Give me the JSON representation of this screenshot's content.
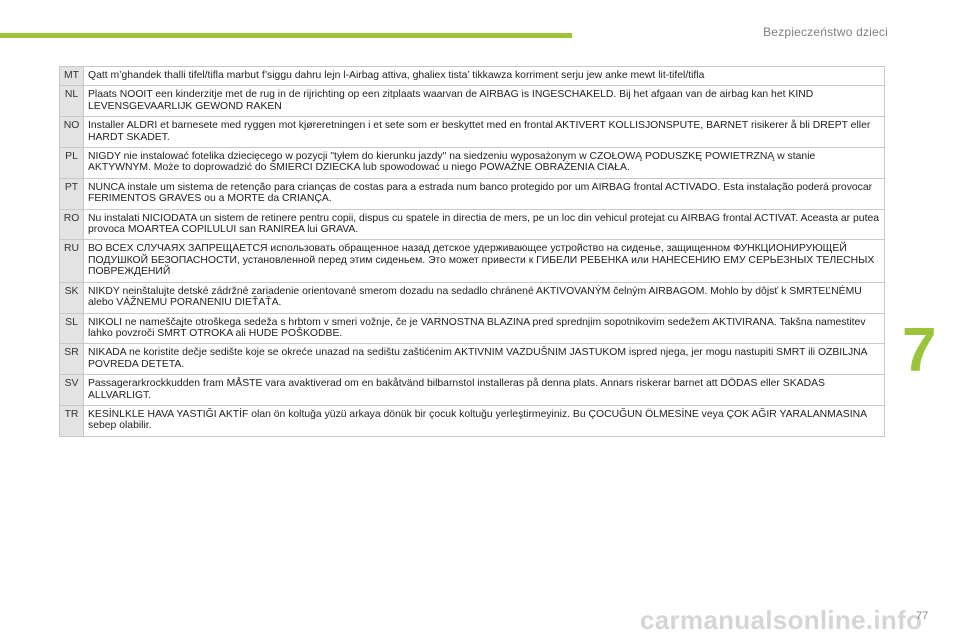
{
  "header": {
    "section_title": "Bezpieczeństwo dzieci"
  },
  "chapter_number": "7",
  "page_number": "77",
  "watermark": "carmanualsonline.info",
  "colors": {
    "accent": "#9bc43a",
    "code_cell": "#e3e3e3",
    "border": "#c8c8c8"
  },
  "rows": [
    {
      "code": "MT",
      "text": "Qatt m’ghandek thalli tifel/tifla marbut f’siggu dahru lejn l-Airbag attiva, ghaliex tista’ tikkawza korriment serju jew anke mewt lit-tifel/tifla"
    },
    {
      "code": "NL",
      "text": "Plaats NOOIT een kinderzitje met de rug in de rijrichting op een zitplaats waarvan de AIRBAG is INGESCHAKELD. Bij het afgaan van de airbag kan het KIND LEVENSGEVAARLIJK GEWOND RAKEN"
    },
    {
      "code": "NO",
      "text": "Installer ALDRI et barnesete med ryggen mot kjøreretningen i et sete som er beskyttet med en frontal AKTIVERT KOLLISJONSPUTE, BARNET risikerer å bli DREPT eller HARDT SKADET."
    },
    {
      "code": "PL",
      "text": "NIGDY nie instalować fotelika dziecięcego w pozycji \"tyłem do kierunku jazdy\" na siedzeniu wyposażonym w CZOŁOWĄ PODUSZKĘ POWIETRZNĄ w stanie AKTYWNYM. Może to doprowadzić do ŚMIERCI DZIECKA lub spowodować u niego POWAŻNE OBRAŻENIA CIAŁA."
    },
    {
      "code": "PT",
      "text": "NUNCA instale um sistema de retenção para crianças de costas para a estrada num banco protegido por um AIRBAG frontal ACTIVADO. Esta instalação poderá provocar FERIMENTOS GRAVES ou a MORTE da CRIANÇA."
    },
    {
      "code": "RO",
      "text": "Nu instalati NICIODATA un sistem de retinere pentru copii, dispus cu spatele in directia de mers, pe un loc din vehicul protejat cu AIRBAG frontal ACTIVAT. Aceasta ar putea provoca MOARTEA COPILULUI san RANIREA lui GRAVA."
    },
    {
      "code": "RU",
      "text": "ВО ВСЕХ СЛУЧАЯХ ЗАПРЕЩАЕТСЯ использовать обращенное назад детское удерживающее устройство на сиденье, защищенном ФУНКЦИОНИРУЮЩЕЙ ПОДУШКОЙ БЕЗОПАСНОСТИ, установленной перед этим сиденьем. Это может привести к ГИБЕЛИ РЕБЕНКА или НАНЕСЕНИЮ ЕМУ СЕРЬЕЗНЫХ ТЕЛЕСНЫХ ПОВРЕЖДЕНИЙ"
    },
    {
      "code": "SK",
      "text": "NIKDY neinštalujte detské zádržné zariadenie orientované smerom dozadu na sedadlo chránené AKTIVOVANÝM čelným AIRBAGOM. Mohlo by dôjsť k SMRTEĽNÉMU alebo VÁŽNEMU PORANENIU DIEŤAŤA."
    },
    {
      "code": "SL",
      "text": "NIKOLI ne nameščajte otroškega sedeža s hrbtom v smeri vožnje, če je VARNOSTNA BLAZINA pred sprednjim sopotnikovim sedežem AKTIVIRANA. Takšna namestitev lahko povzroči SMRT OTROKA ali HUDE POŠKODBE."
    },
    {
      "code": "SR",
      "text": "NIKADA ne koristite dečje sedište koje se okreće unazad na sedištu zaštićenim AKTIVNIM VAZDUŠNIM JASTUKOM ispred njega, jer mogu nastupiti SMRT ili OZBILJNA POVREDA DETETA."
    },
    {
      "code": "SV",
      "text": "Passagerarkrockkudden fram MÅSTE vara avaktiverad om en bakåtvänd bilbarnstol installeras på denna plats. Annars riskerar barnet att DÖDAS eller SKADAS ALLVARLIGT."
    },
    {
      "code": "TR",
      "text": "KESİNLKLE HAVA YASTIĞI AKTİF olan ön koltuğa yüzü arkaya dönük bir çocuk koltuğu yerleştirmeyiniz. Bu ÇOCUĞUN ÖLMESİNE veya ÇOK AĞIR YARALANMASINA sebep olabilir."
    }
  ]
}
